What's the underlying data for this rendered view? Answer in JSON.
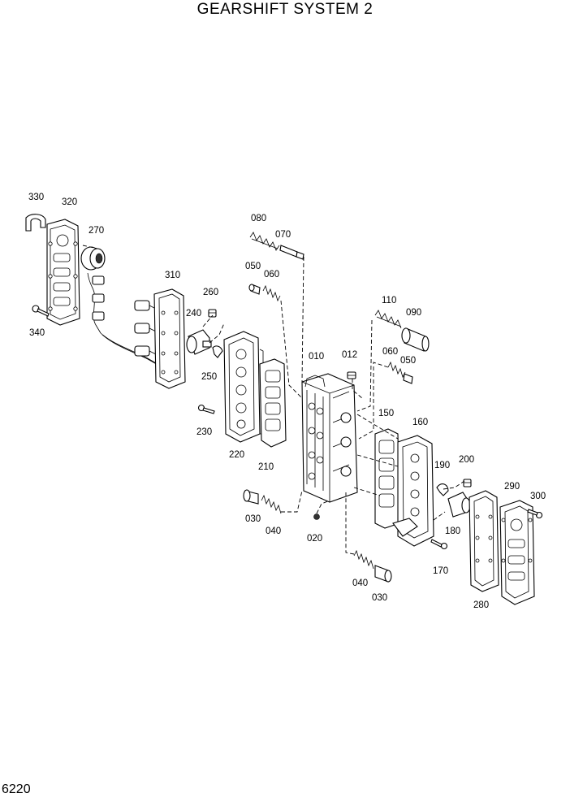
{
  "title": "GEARSHIFT SYSTEM 2",
  "page_number": "6220",
  "callouts": {
    "c330": "330",
    "c320": "320",
    "c270": "270",
    "c340": "340",
    "c310": "310",
    "c260": "260",
    "c240": "240",
    "c250": "250",
    "c230": "230",
    "c220": "220",
    "c080": "080",
    "c070": "070",
    "c050a": "050",
    "c060a": "060",
    "c010": "010",
    "c012": "012",
    "c210": "210",
    "c110": "110",
    "c090": "090",
    "c060b": "060",
    "c050b": "050",
    "c150": "150",
    "c160": "160",
    "c190": "190",
    "c200": "200",
    "c290": "290",
    "c300": "300",
    "c030a": "030",
    "c040a": "040",
    "c020": "020",
    "c180": "180",
    "c170": "170",
    "c040b": "040",
    "c030b": "030",
    "c280": "280"
  }
}
